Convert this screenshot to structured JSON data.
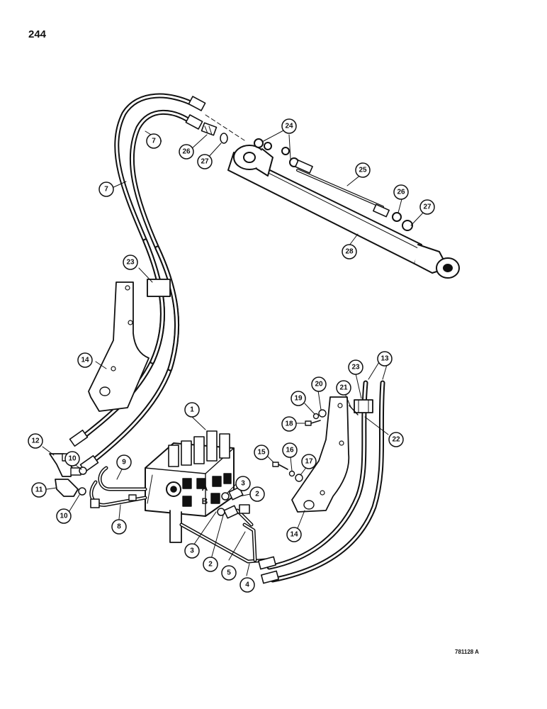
{
  "page_number": "244",
  "figure_code": "781128 A",
  "port_labels": [
    "A",
    "B"
  ],
  "callouts": {
    "c1": "1",
    "c2a": "2",
    "c2b": "2",
    "c3a": "3",
    "c3b": "3",
    "c4": "4",
    "c5": "5",
    "c7a": "7",
    "c7b": "7",
    "c8": "8",
    "c9": "9",
    "c10a": "10",
    "c10b": "10",
    "c11": "11",
    "c12": "12",
    "c13": "13",
    "c14a": "14",
    "c14b": "14",
    "c15": "15",
    "c16": "16",
    "c17": "17",
    "c18": "18",
    "c19": "19",
    "c20": "20",
    "c21": "21",
    "c22": "22",
    "c23a": "23",
    "c23b": "23",
    "c24": "24",
    "c25": "25",
    "c26a": "26",
    "c26b": "26",
    "c27a": "27",
    "c27b": "27",
    "c28": "28"
  }
}
